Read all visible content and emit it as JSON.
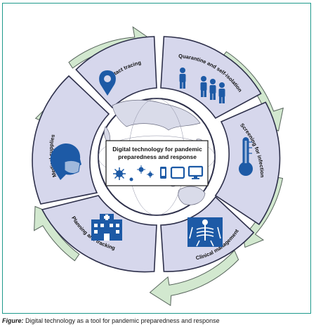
{
  "segments": [
    {
      "id": "contact-tracing",
      "label": "Contact tracing",
      "icon": "location-pin-icon"
    },
    {
      "id": "quarantine",
      "label": "Quarantine and self-isolation",
      "icon": "people-icon"
    },
    {
      "id": "screening",
      "label": "Screening for infection",
      "icon": "thermometer-icon"
    },
    {
      "id": "clinical",
      "label": "Clinical management",
      "icon": "x-ray-icon"
    },
    {
      "id": "planning",
      "label": "Planning and tracking",
      "icon": "hospital-icon"
    },
    {
      "id": "medical-supplies",
      "label": "Medical supplies",
      "icon": "face-mask-icon"
    }
  ],
  "center": {
    "line1": "Digital technology for pandemic",
    "line2": "preparedness and response",
    "icons": [
      "virus-icon",
      "bacteria-icon",
      "phone-icon",
      "tablet-icon",
      "monitor-icon"
    ]
  },
  "caption": {
    "prefix": "Figure:",
    "text": " Digital technology as a tool for pandemic preparedness and response"
  },
  "colors": {
    "segment_fill": "#d6d7ec",
    "segment_stroke": "#2d2f4a",
    "arrow_fill": "#d2e8cf",
    "arrow_stroke": "#55635a",
    "icon_blue": "#1d5aa6",
    "frame": "#1f9a8c"
  }
}
